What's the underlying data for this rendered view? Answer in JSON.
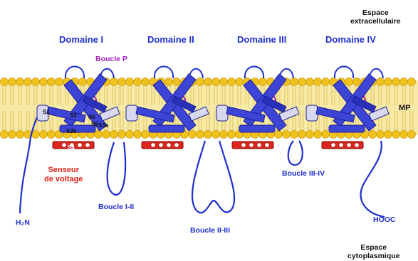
{
  "labels": {
    "extracellular": [
      "Espace",
      "extracellulaire"
    ],
    "cytoplasmic": [
      "Espace",
      "cytoplasmique"
    ],
    "membrane": "MP",
    "domains": [
      "Domaine I",
      "Domaine II",
      "Domaine III",
      "Domaine IV"
    ],
    "p_loop": "Boucle P",
    "voltage_sensor": [
      "Senseur",
      "de voltage"
    ],
    "loops": [
      "Boucle I-II",
      "Boucle II-III",
      "Boucle III-IV"
    ],
    "n_terminus": "H₂N",
    "c_terminus": "HOOC",
    "segments": [
      "S1",
      "S2",
      "S6",
      "S5",
      "S3b",
      "S3a",
      "S4"
    ]
  },
  "colors": {
    "helix": "#3d45d6",
    "helix_dark": "#1a1f9a",
    "chain": "#1f2fcc",
    "lipid_head": "#f2c21c",
    "membrane_fill": "#f7e9a6",
    "sensor_red": "#e0241b",
    "p_loop": "#a020c0"
  }
}
